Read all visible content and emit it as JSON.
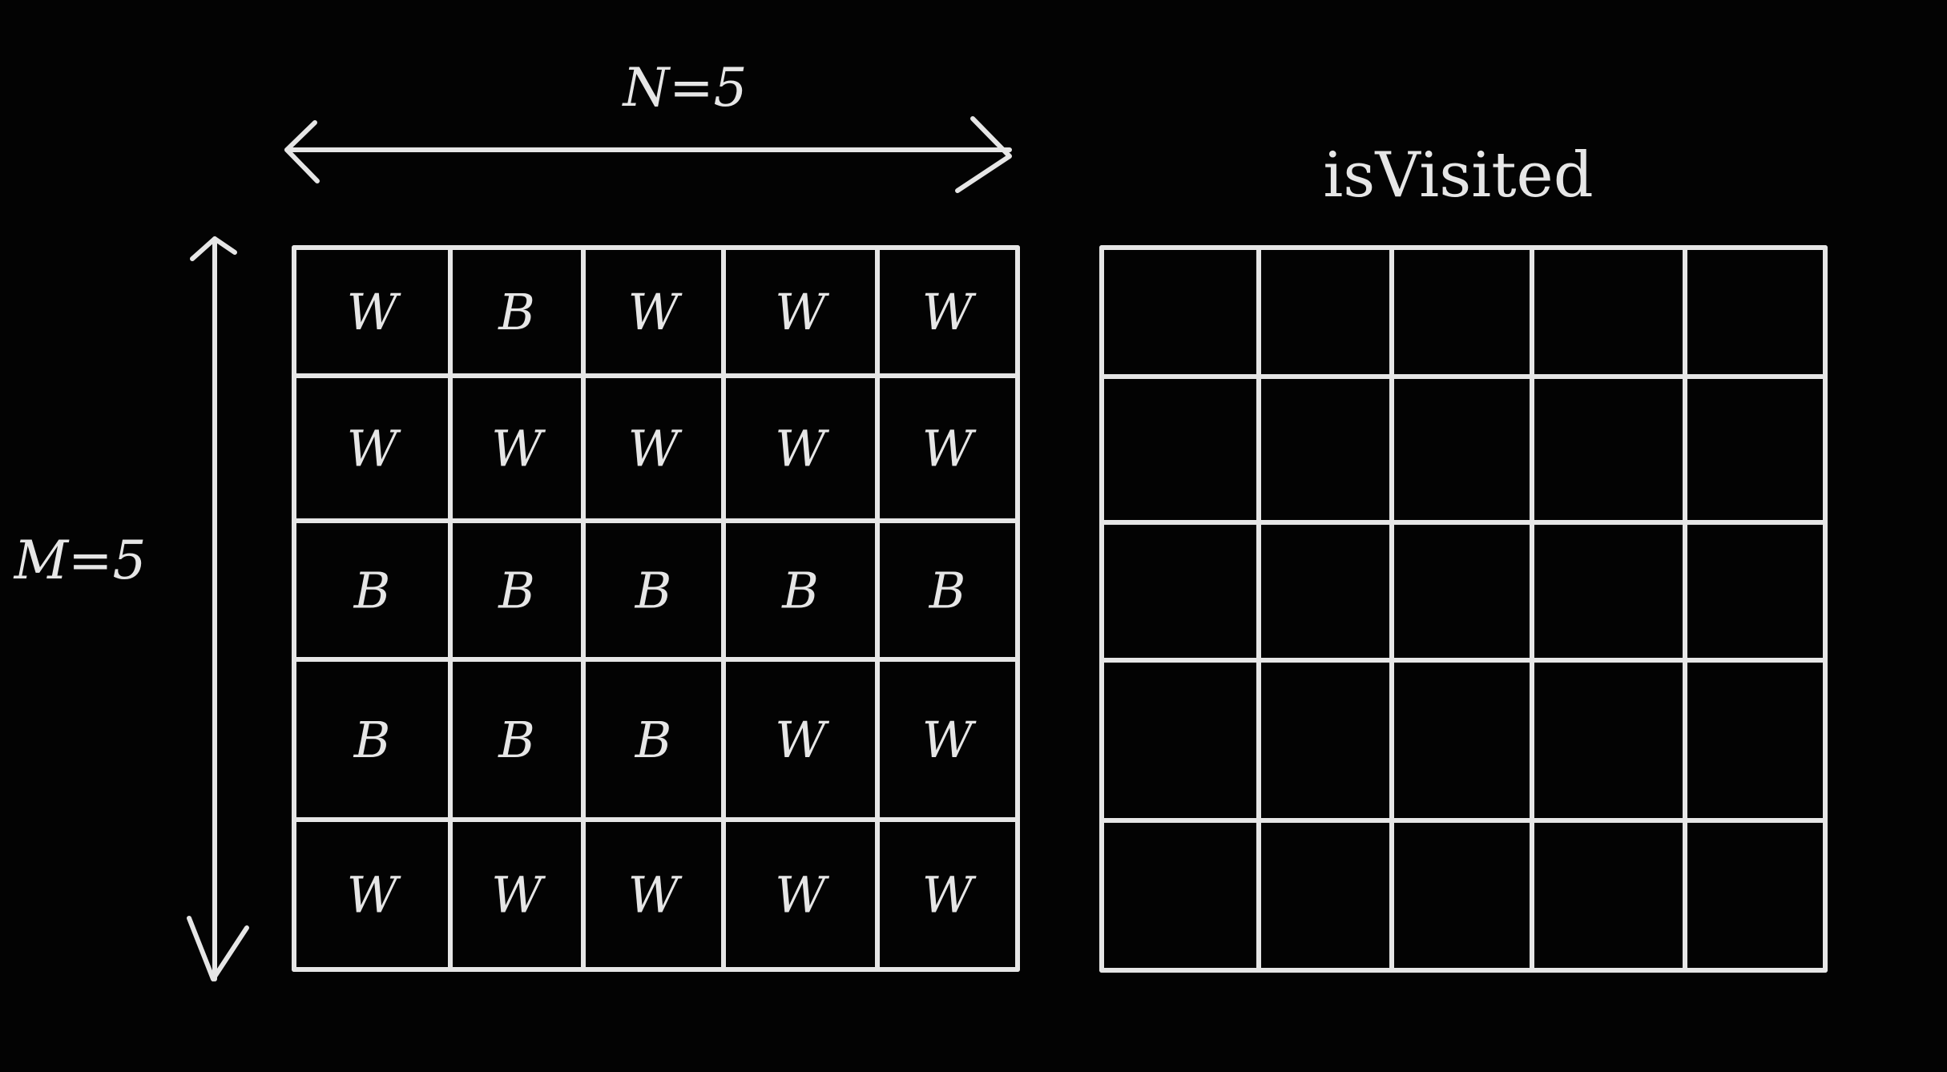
{
  "left_grid": {
    "rows": [
      [
        "W",
        "B",
        "W",
        "W",
        "W"
      ],
      [
        "W",
        "W",
        "W",
        "W",
        "W"
      ],
      [
        "B",
        "B",
        "B",
        "B",
        "B"
      ],
      [
        "B",
        "B",
        "B",
        "W",
        "W"
      ],
      [
        "W",
        "W",
        "W",
        "W",
        "W"
      ]
    ]
  },
  "width_label": "N=5",
  "height_label": "M=5",
  "visited_title": "isVisited",
  "visited_grid": {
    "rows": 5,
    "cols": 5
  }
}
